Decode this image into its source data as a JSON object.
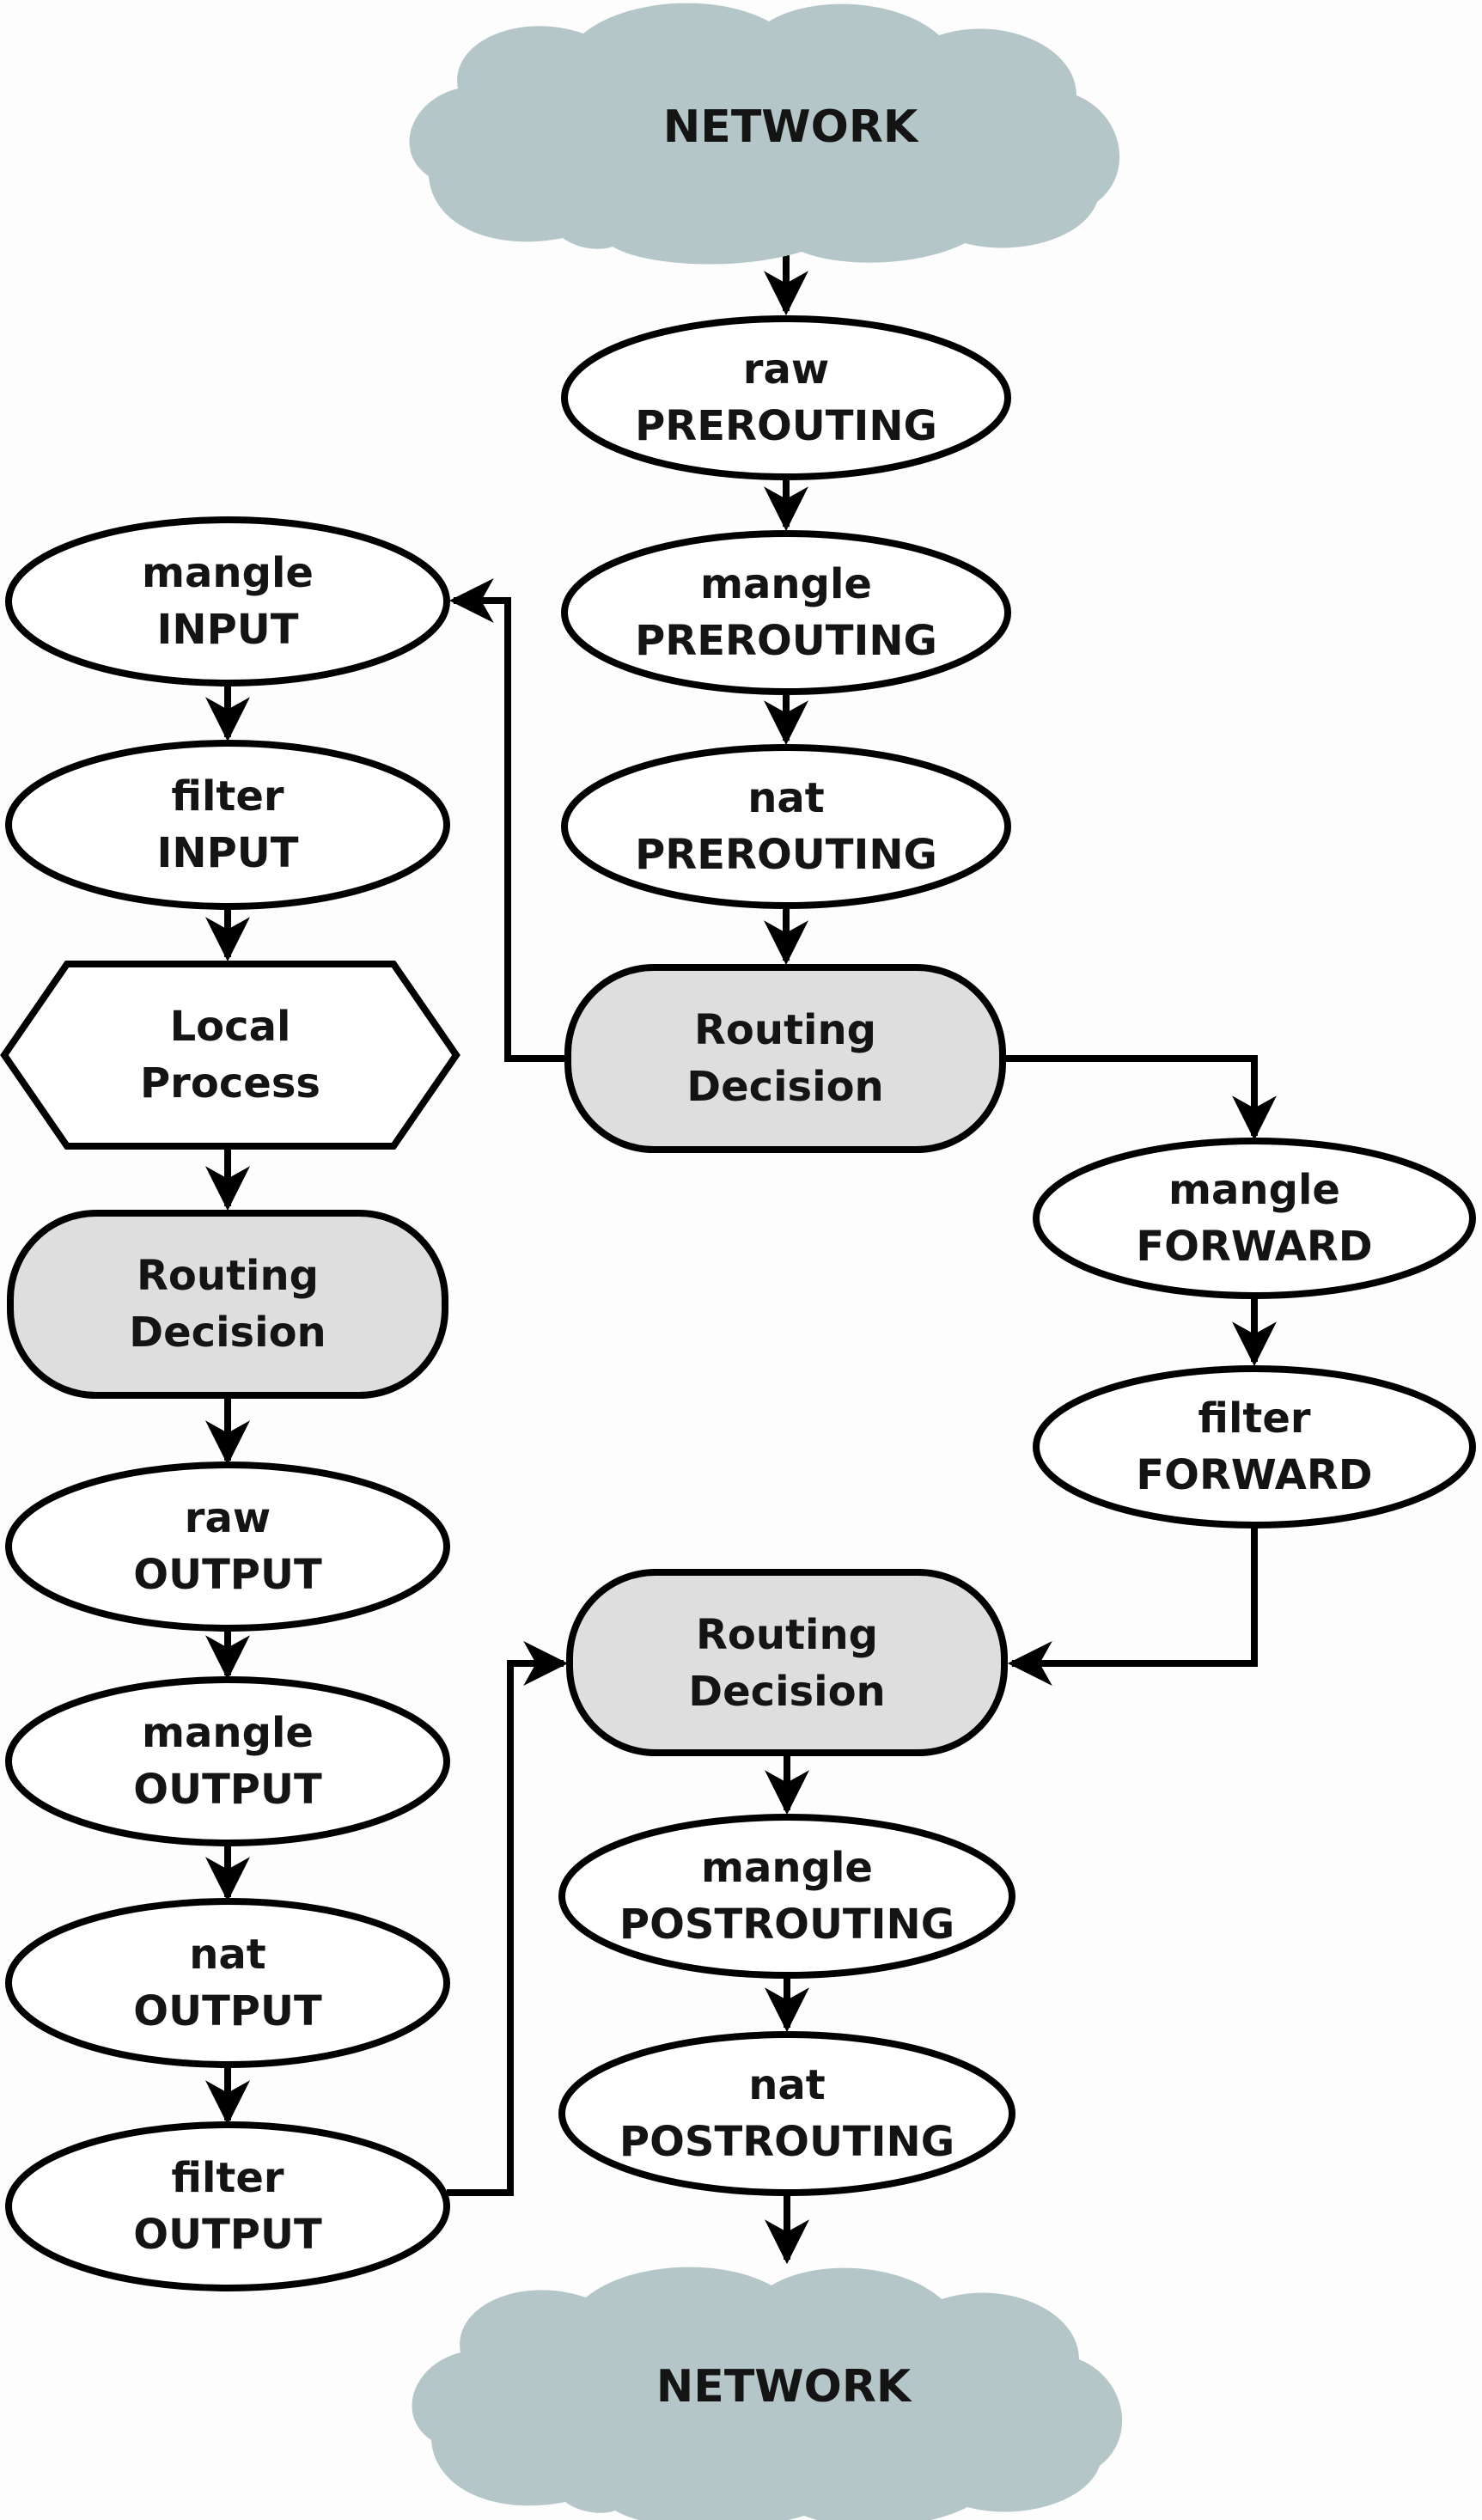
{
  "diagram_type": "flowchart",
  "colors": {
    "cloud_fill": "#b5c6c9",
    "node_fill": "#ffffff",
    "decision_fill": "#dedede",
    "stroke": "#000000",
    "text": "#141414"
  },
  "clouds": {
    "top": {
      "label": "NETWORK"
    },
    "bottom": {
      "label": "NETWORK"
    }
  },
  "nodes": {
    "raw_prerouting": {
      "line1": "raw",
      "line2": "PREROUTING"
    },
    "mangle_prerouting": {
      "line1": "mangle",
      "line2": "PREROUTING"
    },
    "nat_prerouting": {
      "line1": "nat",
      "line2": "PREROUTING"
    },
    "mangle_input": {
      "line1": "mangle",
      "line2": "INPUT"
    },
    "filter_input": {
      "line1": "filter",
      "line2": "INPUT"
    },
    "local_process": {
      "line1": "Local",
      "line2": "Process"
    },
    "routing_decision_mid": {
      "line1": "Routing",
      "line2": "Decision"
    },
    "routing_decision_left": {
      "line1": "Routing",
      "line2": "Decision"
    },
    "routing_decision_bottom": {
      "line1": "Routing",
      "line2": "Decision"
    },
    "mangle_forward": {
      "line1": "mangle",
      "line2": "FORWARD"
    },
    "filter_forward": {
      "line1": "filter",
      "line2": "FORWARD"
    },
    "raw_output": {
      "line1": "raw",
      "line2": "OUTPUT"
    },
    "mangle_output": {
      "line1": "mangle",
      "line2": "OUTPUT"
    },
    "nat_output": {
      "line1": "nat",
      "line2": "OUTPUT"
    },
    "filter_output": {
      "line1": "filter",
      "line2": "OUTPUT"
    },
    "mangle_postrouting": {
      "line1": "mangle",
      "line2": "POSTROUTING"
    },
    "nat_postrouting": {
      "line1": "nat",
      "line2": "POSTROUTING"
    }
  },
  "connections": [
    {
      "from": "network_top",
      "to": "raw_prerouting"
    },
    {
      "from": "raw_prerouting",
      "to": "mangle_prerouting"
    },
    {
      "from": "mangle_prerouting",
      "to": "nat_prerouting"
    },
    {
      "from": "nat_prerouting",
      "to": "routing_decision_mid"
    },
    {
      "from": "routing_decision_mid",
      "to": "mangle_input"
    },
    {
      "from": "mangle_input",
      "to": "filter_input"
    },
    {
      "from": "filter_input",
      "to": "local_process"
    },
    {
      "from": "local_process",
      "to": "routing_decision_left"
    },
    {
      "from": "routing_decision_left",
      "to": "raw_output"
    },
    {
      "from": "raw_output",
      "to": "mangle_output"
    },
    {
      "from": "mangle_output",
      "to": "nat_output"
    },
    {
      "from": "nat_output",
      "to": "filter_output"
    },
    {
      "from": "filter_output",
      "to": "routing_decision_bottom"
    },
    {
      "from": "routing_decision_mid",
      "to": "mangle_forward"
    },
    {
      "from": "mangle_forward",
      "to": "filter_forward"
    },
    {
      "from": "filter_forward",
      "to": "routing_decision_bottom"
    },
    {
      "from": "routing_decision_bottom",
      "to": "mangle_postrouting"
    },
    {
      "from": "mangle_postrouting",
      "to": "nat_postrouting"
    },
    {
      "from": "nat_postrouting",
      "to": "network_bottom"
    }
  ]
}
